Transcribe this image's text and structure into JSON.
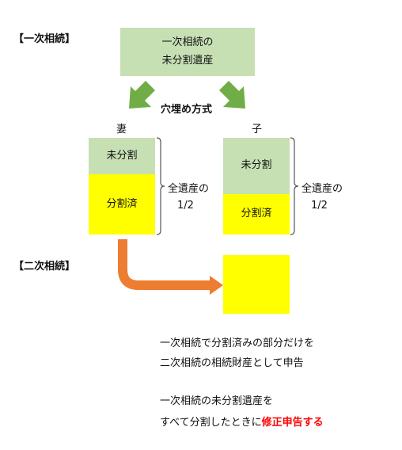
{
  "section_first": "【一次相続】",
  "section_second": "【二次相続】",
  "top_box": {
    "line1": "一次相続の",
    "line2": "未分割遺産"
  },
  "method": "穴埋め方式",
  "spouse": {
    "label": "妻",
    "undivided": "未分割",
    "divided": "分割済"
  },
  "child": {
    "label": "子",
    "undivided": "未分割",
    "divided": "分割済"
  },
  "share_spouse": {
    "line1": "全遺産の",
    "line2": "1/2"
  },
  "share_child": {
    "line1": "全遺産の",
    "line2": "1/2"
  },
  "notes": {
    "line1": "一次相続で分割済みの部分だけを",
    "line2": "二次相続の相続財産として申告",
    "line3": "一次相続の未分割遺産を",
    "line4_plain": "すべて分割したときに",
    "line4_emph": "修正申告する"
  },
  "colors": {
    "green_box": "#c6e0b4",
    "yellow_box": "#ffff00",
    "green_arrow": "#70ad47",
    "orange_arrow": "#ed7d31",
    "emphasis_red": "#ff0000"
  }
}
